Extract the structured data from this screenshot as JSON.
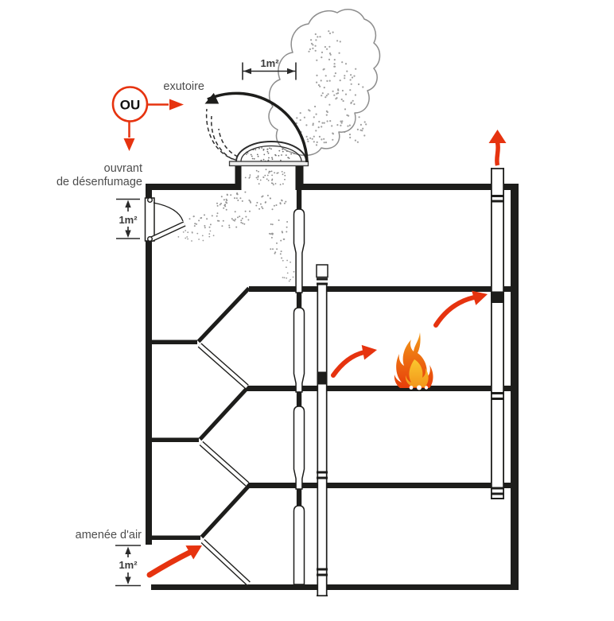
{
  "diagram": {
    "labels": {
      "exutoire": "exutoire",
      "ou": "OU",
      "ouvrant_line1": "ouvrant",
      "ouvrant_line2": "de désenfumage",
      "amenee_air": "amenée d'air",
      "dim_exutoire": "1m²",
      "dim_ouvrant": "1m²",
      "dim_amenee": "1m²"
    },
    "icons": {
      "fire": "flame-icon",
      "smoke": "smoke-cloud",
      "flow_arrows": "red-arrow-icon",
      "or_connector": "ou-circle-badge"
    },
    "colors": {
      "accent_red": "#e6330f",
      "line_ink": "#1d1d1b",
      "label_gray": "#4d4d4d",
      "smoke_gray": "#8d8d8d",
      "flame_outer_top": "#f29a18",
      "flame_outer_bottom": "#e73a0a",
      "flame_inner_top": "#fbca30",
      "flame_inner_bottom": "#f2951a"
    }
  }
}
